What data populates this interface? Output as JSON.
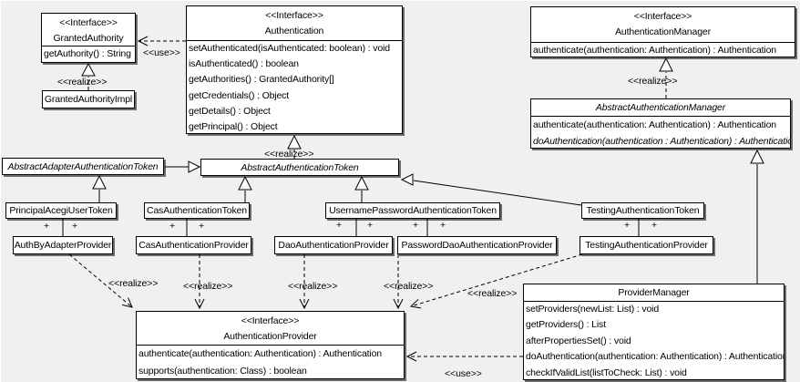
{
  "diagram": {
    "labels": {
      "use": "<<use>>",
      "realize": "<<realize>>",
      "plus": "+"
    },
    "colors": {
      "background": "#f0f0f0",
      "node_fill": "#ffffff",
      "line": "#000000"
    },
    "classes": {
      "granted_authority": {
        "stereotype": "<<Interface>>",
        "name": "GrantedAuthority",
        "methods": [
          "getAuthority() : String"
        ]
      },
      "granted_authority_impl": {
        "name": "GrantedAuthorityImpl"
      },
      "authentication": {
        "stereotype": "<<Interface>>",
        "name": "Authentication",
        "methods": [
          "setAuthenticated(isAuthenticated: boolean) : void",
          "isAuthenticated() : boolean",
          "getAuthorities() : GrantedAuthority[]",
          "getCredentials() : Object",
          "getDetails() : Object",
          "getPrincipal() : Object"
        ]
      },
      "authentication_manager": {
        "stereotype": "<<Interface>>",
        "name": "AuthenticationManager",
        "methods": [
          "authenticate(authentication: Authentication) : Authentication"
        ]
      },
      "abstract_authentication_manager": {
        "name": "AbstractAuthenticationManager",
        "methods": [
          "authenticate(authentication: Authentication) : Authentication",
          "doAuthentication(authentication : Authentication) : Authentication"
        ]
      },
      "abstract_adapter_authentication_token": {
        "name": "AbstractAdapterAuthenticationToken"
      },
      "abstract_authentication_token": {
        "name": "AbstractAuthenticationToken"
      },
      "principal_acegi_user_token": {
        "name": "PrincipalAcegiUserToken"
      },
      "cas_authentication_token": {
        "name": "CasAuthenticationToken"
      },
      "username_password_authentication_token": {
        "name": "UsernamePasswordAuthenticationToken"
      },
      "testing_authentication_token": {
        "name": "TestingAuthenticationToken"
      },
      "auth_by_adapter_provider": {
        "name": "AuthByAdapterProvider"
      },
      "cas_authentication_provider": {
        "name": "CasAuthenticationProvider"
      },
      "dao_authentication_provider": {
        "name": "DaoAuthenticationProvider"
      },
      "password_dao_authentication_provider": {
        "name": "PasswordDaoAuthenticationProvider"
      },
      "testing_authentication_provider": {
        "name": "TestingAuthenticationProvider"
      },
      "authentication_provider": {
        "stereotype": "<<Interface>>",
        "name": "AuthenticationProvider",
        "methods": [
          "authenticate(authentication: Authentication) : Authentication",
          "supports(authentication: Class) : boolean"
        ]
      },
      "provider_manager": {
        "name": "ProviderManager",
        "methods": [
          "setProviders(newList: List) : void",
          "getProviders() : List",
          "afterPropertiesSet() : void",
          "doAuthentication(authentication: Authentication) : Authentication",
          "checkIfValidList(listToCheck: List) : void"
        ]
      }
    }
  }
}
